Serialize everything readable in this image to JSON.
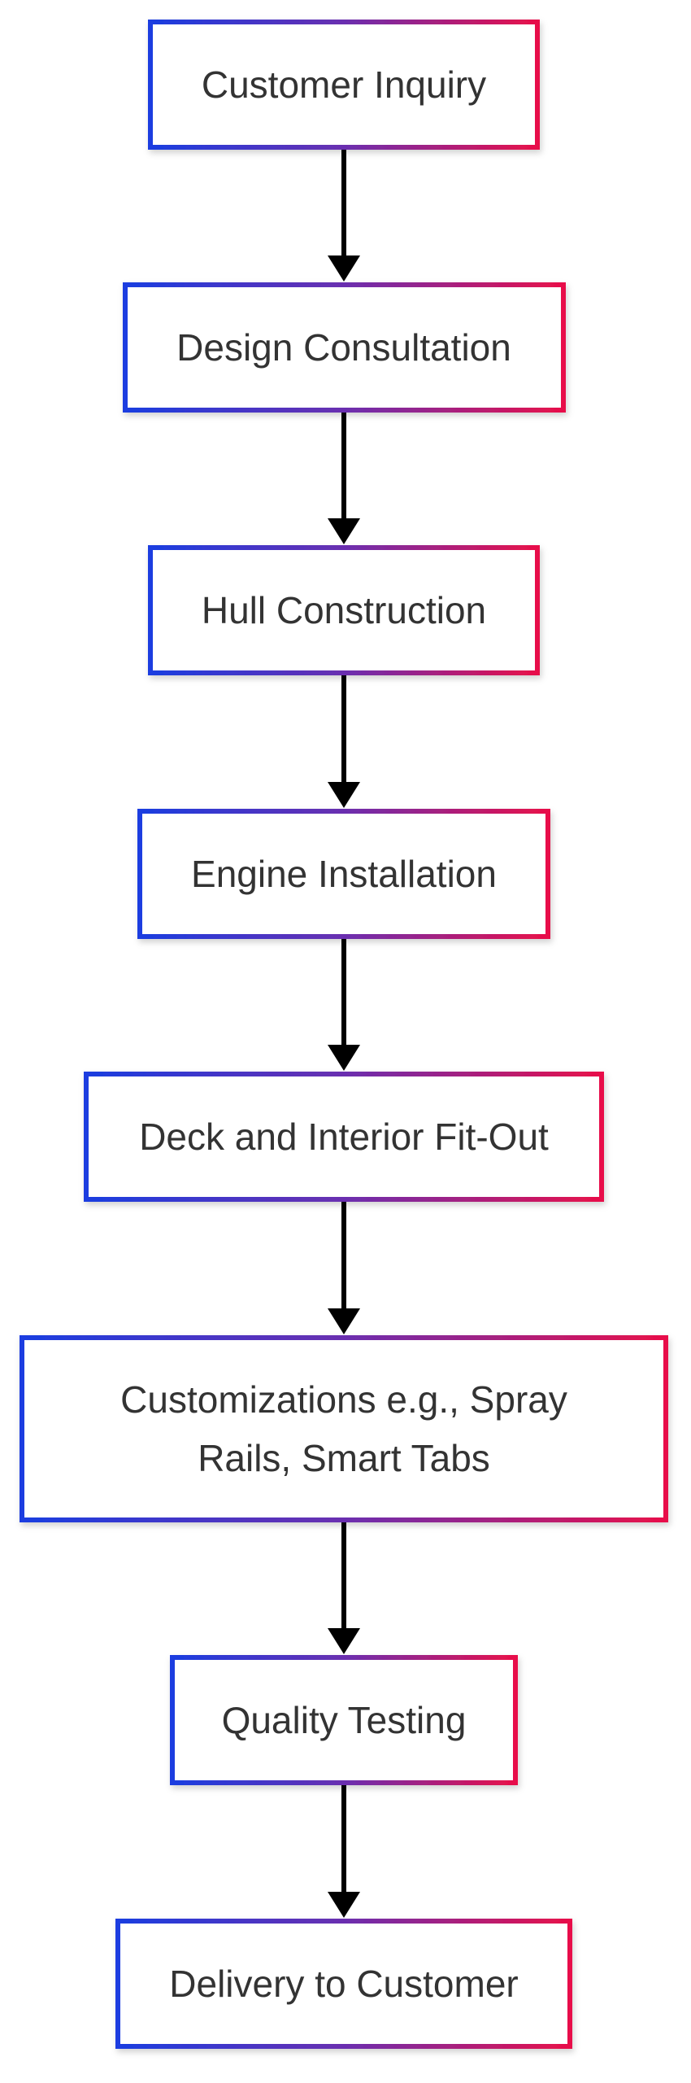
{
  "diagram": {
    "type": "flowchart",
    "direction": "top-to-bottom",
    "colors": {
      "box_gradient_start": "#1a3de0",
      "box_gradient_mid": "#6a2fb0",
      "box_gradient_end": "#e8104a",
      "text": "#333333",
      "arrow": "#000000",
      "background": "#ffffff"
    },
    "steps": [
      {
        "id": "customer-inquiry",
        "lines": [
          "Customer Inquiry"
        ]
      },
      {
        "id": "design-consultation",
        "lines": [
          "Design Consultation"
        ]
      },
      {
        "id": "hull-construction",
        "lines": [
          "Hull Construction"
        ]
      },
      {
        "id": "engine-installation",
        "lines": [
          "Engine Installation"
        ]
      },
      {
        "id": "deck-and-interior-fit-out",
        "lines": [
          "Deck and Interior Fit-Out"
        ]
      },
      {
        "id": "customizations",
        "lines": [
          "Customizations e.g., Spray",
          "Rails, Smart Tabs"
        ]
      },
      {
        "id": "quality-testing",
        "lines": [
          "Quality Testing"
        ]
      },
      {
        "id": "delivery-to-customer",
        "lines": [
          "Delivery to Customer"
        ]
      }
    ],
    "edges": [
      {
        "from": "customer-inquiry",
        "to": "design-consultation"
      },
      {
        "from": "design-consultation",
        "to": "hull-construction"
      },
      {
        "from": "hull-construction",
        "to": "engine-installation"
      },
      {
        "from": "engine-installation",
        "to": "deck-and-interior-fit-out"
      },
      {
        "from": "deck-and-interior-fit-out",
        "to": "customizations"
      },
      {
        "from": "customizations",
        "to": "quality-testing"
      },
      {
        "from": "quality-testing",
        "to": "delivery-to-customer"
      }
    ]
  }
}
